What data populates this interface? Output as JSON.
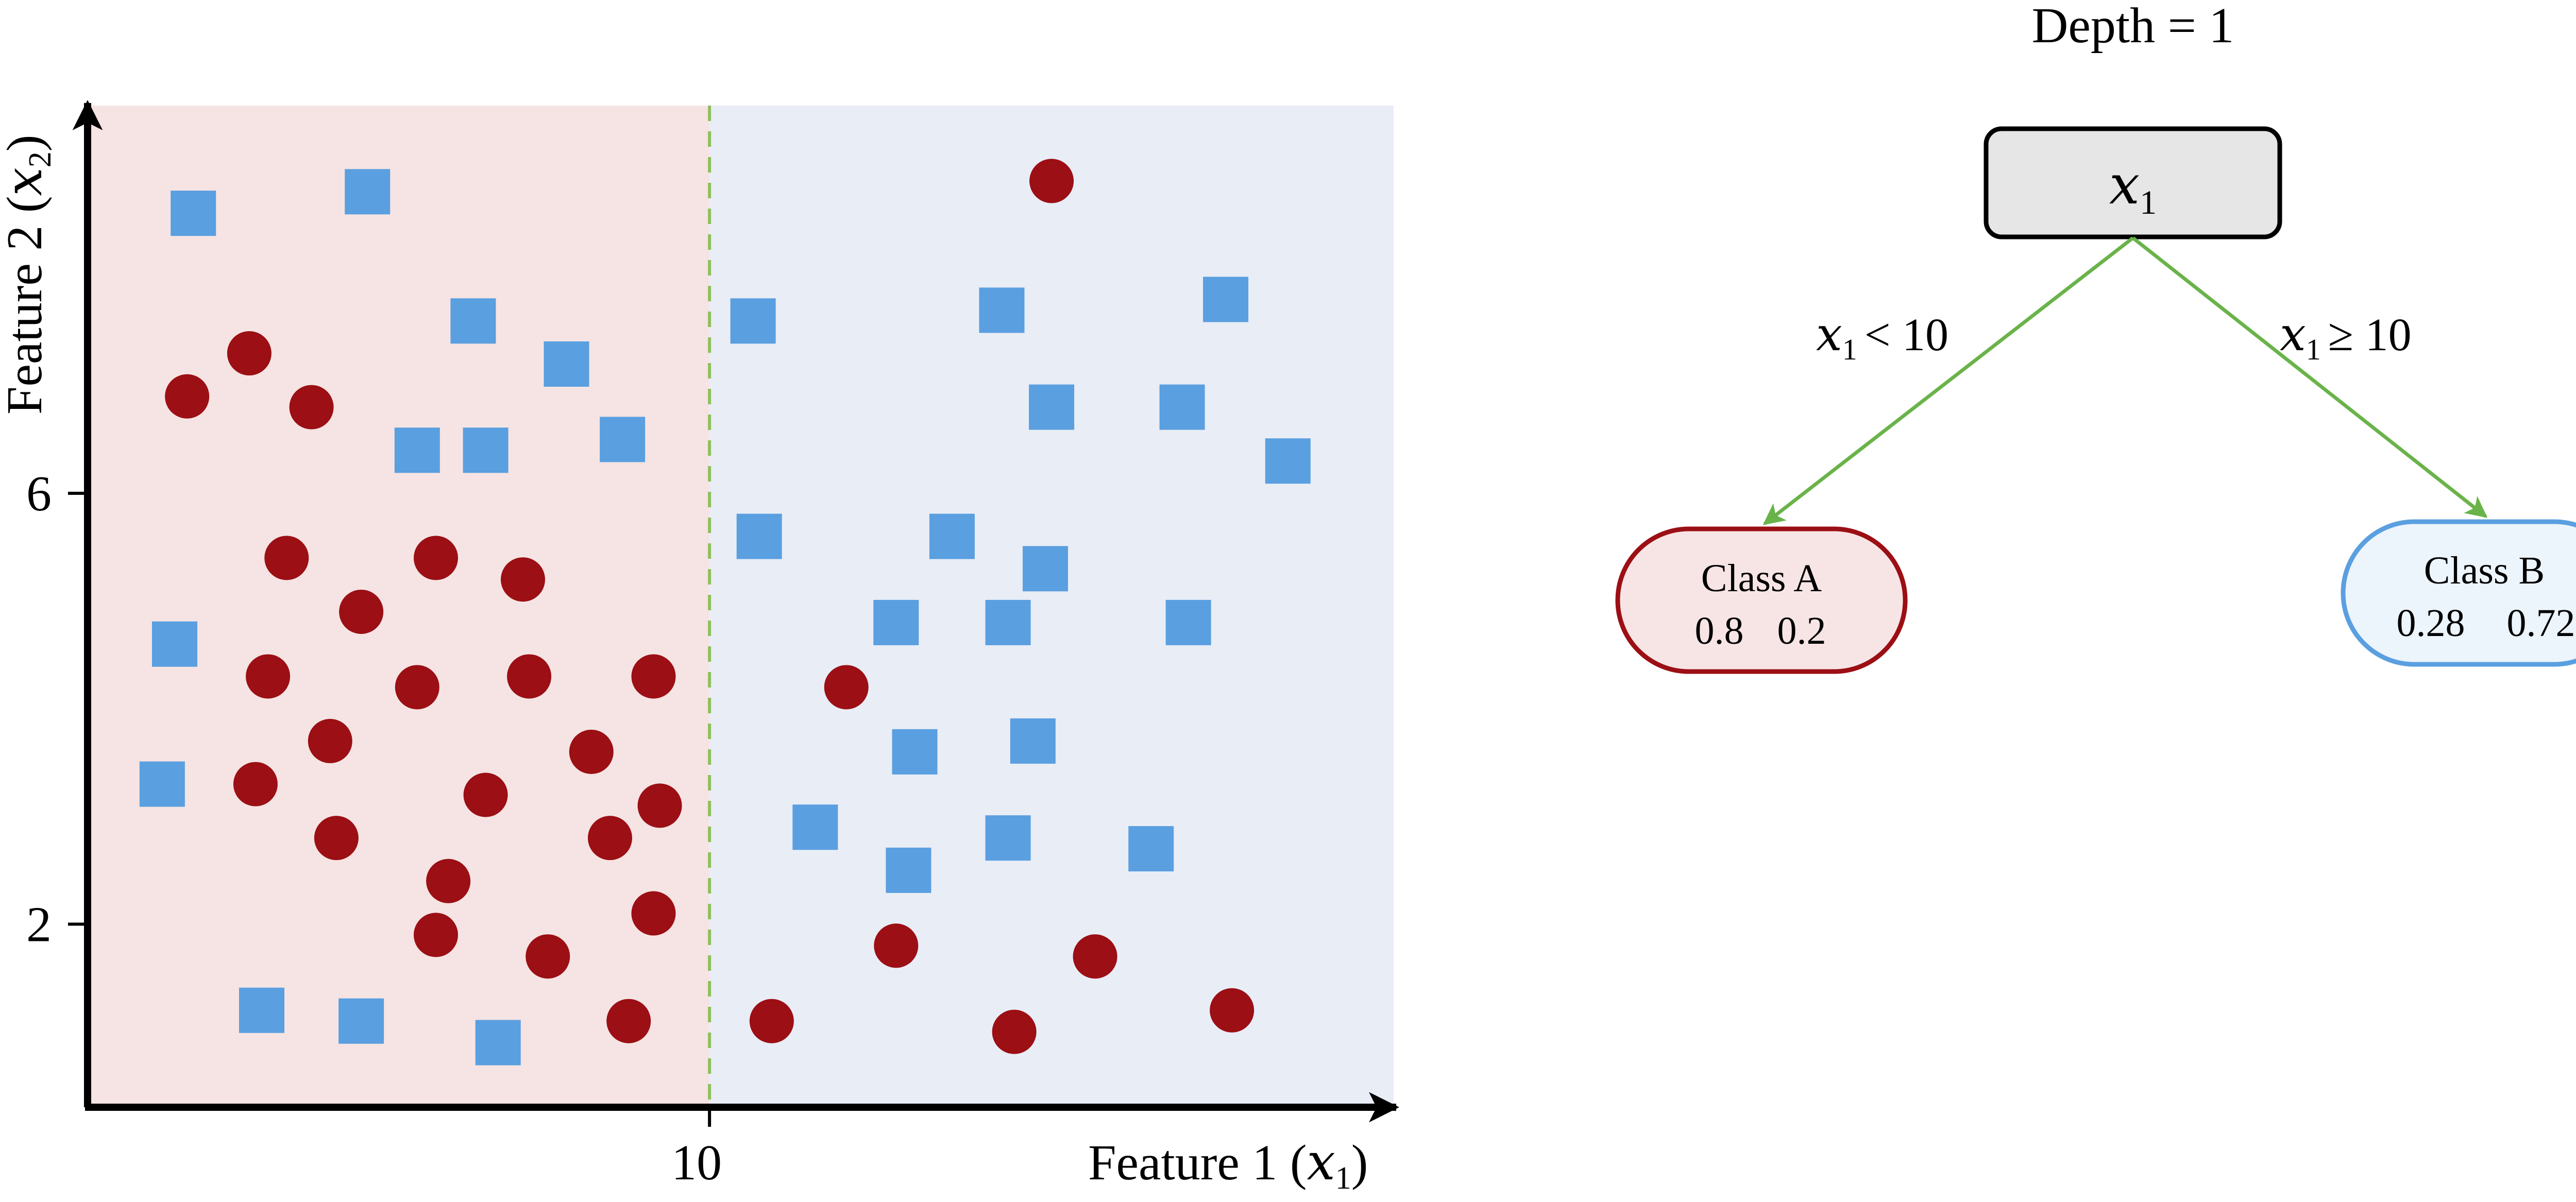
{
  "plot": {
    "x_label": "Feature 1",
    "x_label_var": "x",
    "x_label_sub": "1",
    "y_label": "Feature 2",
    "y_label_var": "x",
    "y_label_sub": "2",
    "x_ticks": [
      {
        "value": 10,
        "label": "10"
      }
    ],
    "y_ticks": [
      {
        "value": 6,
        "label": "6"
      },
      {
        "value": 2,
        "label": "2"
      }
    ],
    "x_range": [
      0,
      21
    ],
    "y_range": [
      0.3,
      9.6
    ],
    "split_value": 10,
    "colors": {
      "left_region": "#f5e4e3",
      "right_region": "#e9edf6",
      "split_line": "#8fbf5a",
      "class_a_point": "#9b0f15",
      "class_b_point": "#5a9fe0",
      "axis": "#000000"
    }
  },
  "chart_data": {
    "type": "scatter",
    "xlabel": "Feature 1 (x1)",
    "ylabel": "Feature 2 (x2)",
    "xlim": [
      0,
      21
    ],
    "ylim": [
      0.3,
      9.6
    ],
    "split": {
      "feature": "x1",
      "threshold": 10
    },
    "series": [
      {
        "marker": "circle",
        "color": "#9b0f15",
        "points": [
          [
            2.6,
            7.3
          ],
          [
            1.6,
            6.9
          ],
          [
            3.6,
            6.8
          ],
          [
            3.2,
            5.4
          ],
          [
            5.6,
            5.4
          ],
          [
            7.0,
            5.2
          ],
          [
            4.4,
            4.9
          ],
          [
            2.9,
            4.3
          ],
          [
            5.3,
            4.2
          ],
          [
            7.1,
            4.3
          ],
          [
            9.1,
            4.3
          ],
          [
            3.9,
            3.7
          ],
          [
            2.7,
            3.3
          ],
          [
            8.1,
            3.6
          ],
          [
            6.4,
            3.2
          ],
          [
            9.2,
            3.1
          ],
          [
            4.0,
            2.8
          ],
          [
            5.8,
            2.4
          ],
          [
            8.4,
            2.8
          ],
          [
            9.1,
            2.1
          ],
          [
            5.6,
            1.9
          ],
          [
            7.4,
            1.7
          ],
          [
            8.7,
            1.1
          ],
          [
            15.5,
            8.9
          ],
          [
            12.2,
            4.2
          ],
          [
            11.0,
            1.1
          ],
          [
            13.0,
            1.8
          ],
          [
            14.9,
            1.0
          ],
          [
            16.2,
            1.7
          ],
          [
            18.4,
            1.2
          ]
        ]
      },
      {
        "marker": "square",
        "color": "#5a9fe0",
        "points": [
          [
            1.7,
            8.6
          ],
          [
            4.5,
            8.8
          ],
          [
            6.2,
            7.6
          ],
          [
            7.7,
            7.2
          ],
          [
            5.3,
            6.4
          ],
          [
            6.4,
            6.4
          ],
          [
            8.6,
            6.5
          ],
          [
            1.4,
            4.6
          ],
          [
            1.2,
            3.3
          ],
          [
            2.8,
            1.2
          ],
          [
            4.4,
            1.1
          ],
          [
            6.6,
            0.9
          ],
          [
            10.7,
            7.6
          ],
          [
            14.7,
            7.7
          ],
          [
            18.3,
            7.8
          ],
          [
            15.5,
            6.8
          ],
          [
            17.6,
            6.8
          ],
          [
            19.3,
            6.3
          ],
          [
            10.8,
            5.6
          ],
          [
            13.9,
            5.6
          ],
          [
            15.4,
            5.3
          ],
          [
            13.0,
            4.8
          ],
          [
            14.8,
            4.8
          ],
          [
            17.7,
            4.8
          ],
          [
            13.3,
            3.6
          ],
          [
            15.2,
            3.7
          ],
          [
            11.7,
            2.9
          ],
          [
            14.8,
            2.8
          ],
          [
            17.1,
            2.7
          ],
          [
            13.2,
            2.5
          ]
        ]
      }
    ]
  },
  "tree": {
    "title": "Depth = 1",
    "root": {
      "var": "x",
      "sub": "1"
    },
    "left_edge": {
      "var": "x",
      "sub": "1",
      "op": "< 10"
    },
    "right_edge": {
      "var": "x",
      "sub": "1",
      "op": "≥ 10"
    },
    "left_leaf": {
      "label": "Class A",
      "p1": "0.8",
      "p2": "0.2"
    },
    "right_leaf": {
      "label": "Class B",
      "p1": "0.28",
      "p2": "0.72"
    },
    "colors": {
      "root_fill": "#e6e6e6",
      "edge": "#6ab34a",
      "class_a_text": "#9b0f15",
      "class_a_border": "#9b0f15",
      "class_a_fill": "#f7e5e5",
      "class_b_text": "#5a9fe0",
      "class_b_border": "#5a9fe0",
      "class_b_fill": "#ecf4fc"
    }
  }
}
